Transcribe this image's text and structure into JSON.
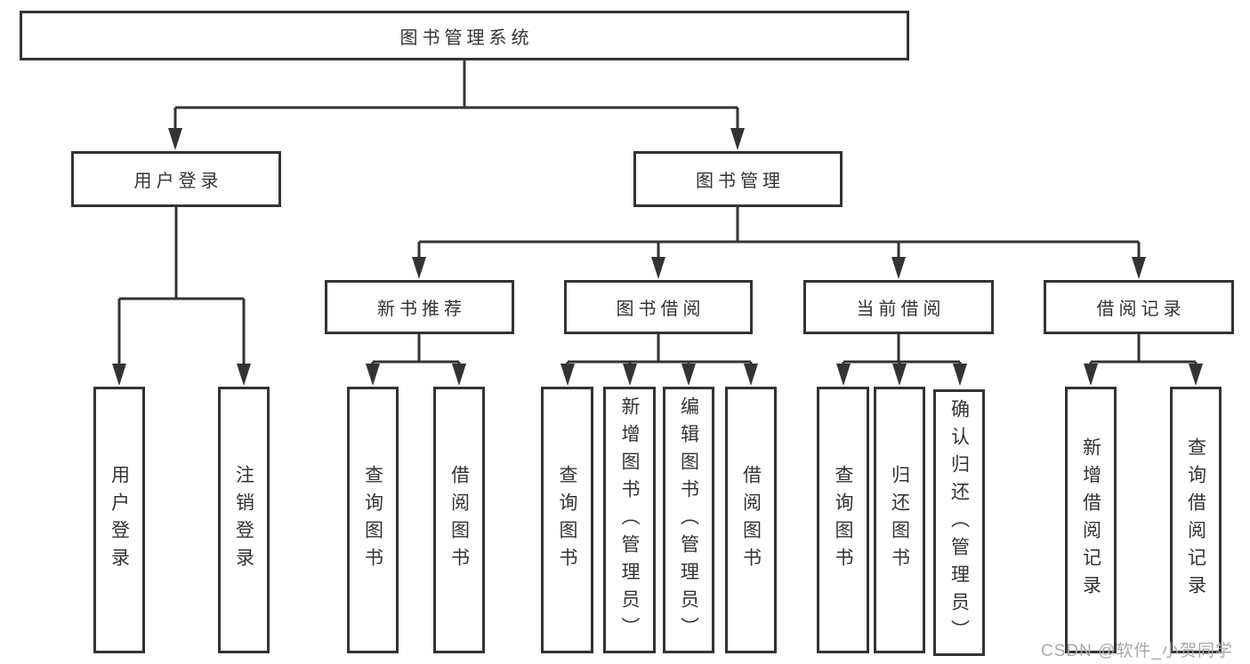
{
  "diagram": {
    "type": "tree-structure-chart",
    "colors": {
      "line": "#333333",
      "box_border": "#333333",
      "text": "#333333",
      "background": "#ffffff",
      "watermark": "#a9a9a9"
    },
    "nodes": {
      "root": {
        "label": "图书管理系统"
      },
      "user_login": {
        "label": "用户登录"
      },
      "book_mgmt": {
        "label": "图书管理"
      },
      "new_books": {
        "label": "新书推荐"
      },
      "book_borrow": {
        "label": "图书借阅"
      },
      "current_borrow": {
        "label": "当前借阅"
      },
      "borrow_records": {
        "label": "借阅记录"
      },
      "ul_user_login": {
        "label": "用户登录"
      },
      "ul_logout": {
        "label": "注销登录"
      },
      "nb_query_books": {
        "label": "查询图书"
      },
      "nb_borrow_books": {
        "label": "借阅图书"
      },
      "bb_query_books": {
        "label": "查询图书"
      },
      "bb_add_books": {
        "label": "新增图书（管理员）"
      },
      "bb_edit_books": {
        "label": "编辑图书（管理员）"
      },
      "bb_borrow_books": {
        "label": "借阅图书"
      },
      "cb_query_books": {
        "label": "查询图书"
      },
      "cb_return_books": {
        "label": "归还图书"
      },
      "cb_confirm_return": {
        "label": "确认归还（管理员）"
      },
      "br_add_record": {
        "label": "新增借阅记录"
      },
      "br_query_record": {
        "label": "查询借阅记录"
      }
    },
    "watermark": "CSDN @软件_小贺同学"
  }
}
